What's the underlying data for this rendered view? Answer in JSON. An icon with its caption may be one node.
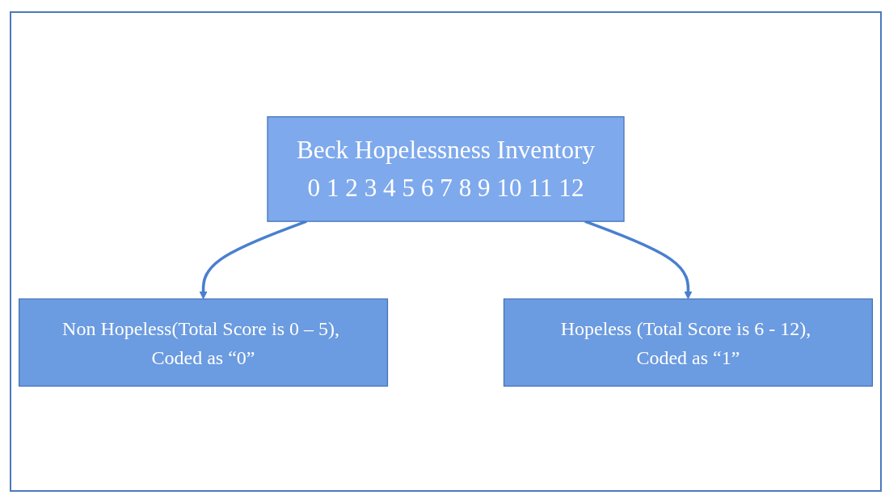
{
  "diagram": {
    "nodes": [
      {
        "text": [
          "Beck Hopelessness Inventory",
          "0 1 2 3 4 5 6 7 8 9 10 11 12"
        ]
      },
      {
        "text": [
          "Non Hopeless(Total Score is 0 – 5), Coded as “0”"
        ]
      },
      {
        "text": [
          "Hopeless (Total Score is 6 - 12), Coded as “1”"
        ]
      }
    ],
    "edges": [
      {
        "from": 0,
        "to": 1,
        "arrow": "to"
      },
      {
        "from": 0,
        "to": 2,
        "arrow": "to"
      }
    ]
  }
}
